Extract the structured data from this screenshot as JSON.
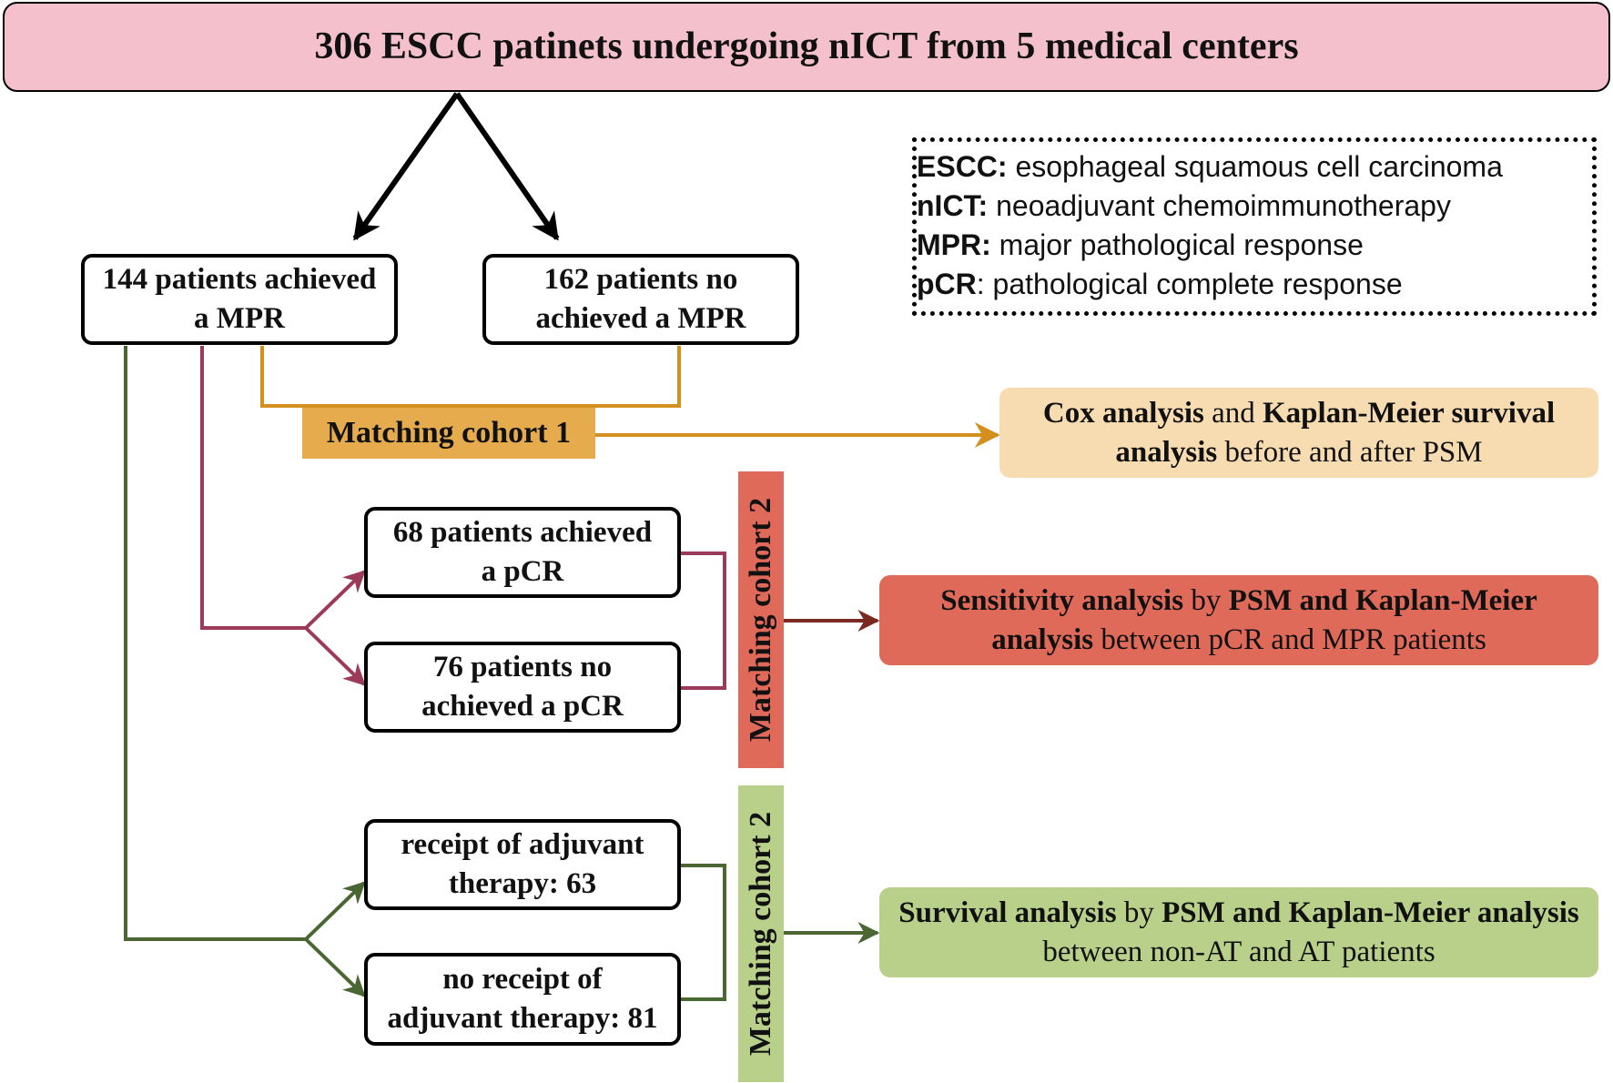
{
  "title": "306 ESCC patinets undergoing nICT from 5 medical centers",
  "nodes": {
    "mpr_yes": "144 patients achieved\na MPR",
    "mpr_no": "162 patients no\nachieved a MPR",
    "pcr_yes": "68 patients achieved\na pCR",
    "pcr_no": "76 patients no\nachieved a pCR",
    "at_yes": "receipt of adjuvant\ntherapy: 63",
    "at_no": "no receipt of\nadjuvant therapy: 81"
  },
  "cohorts": {
    "cohort1": "Matching cohort 1",
    "cohort2a": "Matching cohort 2",
    "cohort2b": "Matching cohort 2"
  },
  "results": {
    "cox": {
      "part1": "Cox analysis",
      "part2": " and ",
      "part3": "Kaplan-Meier survival analysis",
      "part4": " before and after PSM"
    },
    "sensitivity": {
      "part1": "Sensitivity analysis",
      "part2": " by ",
      "part3": "PSM and Kaplan-Meier analysis",
      "part4": " between pCR and MPR patients"
    },
    "survival": {
      "part1": "Survival analysis",
      "part2": " by ",
      "part3": "PSM and Kaplan-Meier analysis",
      "part4": " between non-AT and AT patients"
    }
  },
  "legend": [
    {
      "abbr": "ESCC:",
      "desc": " esophageal squamous cell carcinoma"
    },
    {
      "abbr": "nICT:",
      "desc": " neoadjuvant chemoimmunotherapy"
    },
    {
      "abbr": "MPR:",
      "desc": " major pathological response"
    },
    {
      "abbr": "pCR",
      "desc": ": pathological complete response"
    }
  ],
  "colors": {
    "title_fill": "#f4c0cc",
    "cohort1": "#e6ab4d",
    "cohort1_line": "#d4901e",
    "result_cox": "#f6dcb0",
    "cohort2_red": "#e06a5a",
    "pcr_line": "#9c3a5a",
    "sens_arrow": "#7a2a20",
    "cohort2_green": "#b8d08a",
    "at_line": "#4a6632"
  }
}
